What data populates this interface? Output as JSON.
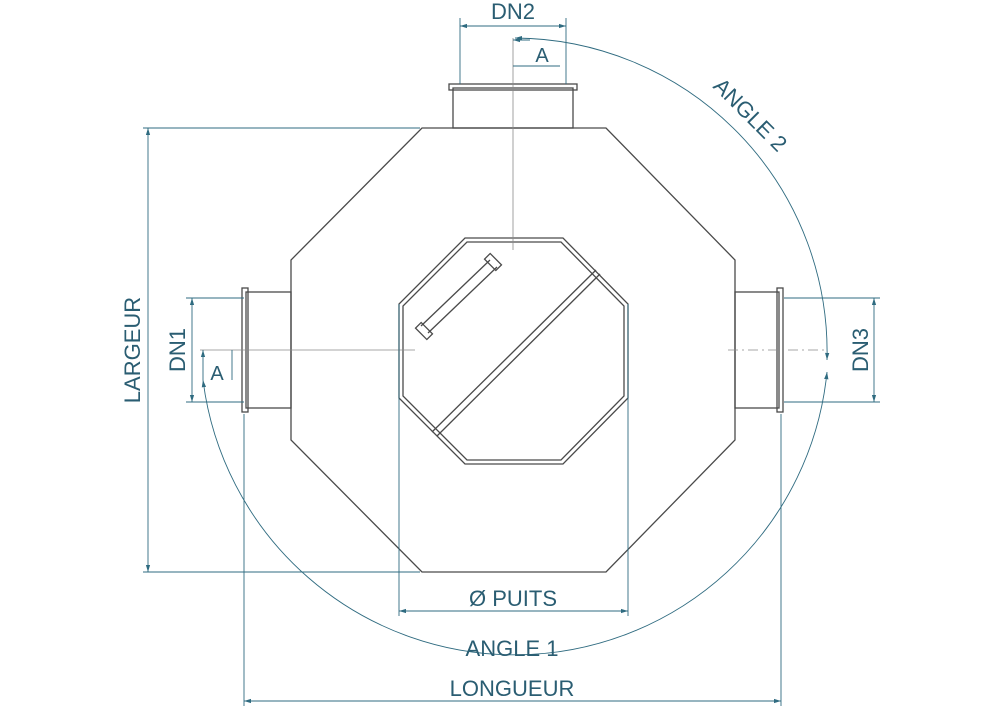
{
  "labels": {
    "dn2": "DN2",
    "a_top": "A",
    "angle2": "ANGLE 2",
    "largeur": "LARGEUR",
    "dn1": "DN1",
    "a_left": "A",
    "dn3": "DN3",
    "puits": "Ø PUITS",
    "angle1": "ANGLE 1",
    "longueur": "LONGUEUR"
  }
}
